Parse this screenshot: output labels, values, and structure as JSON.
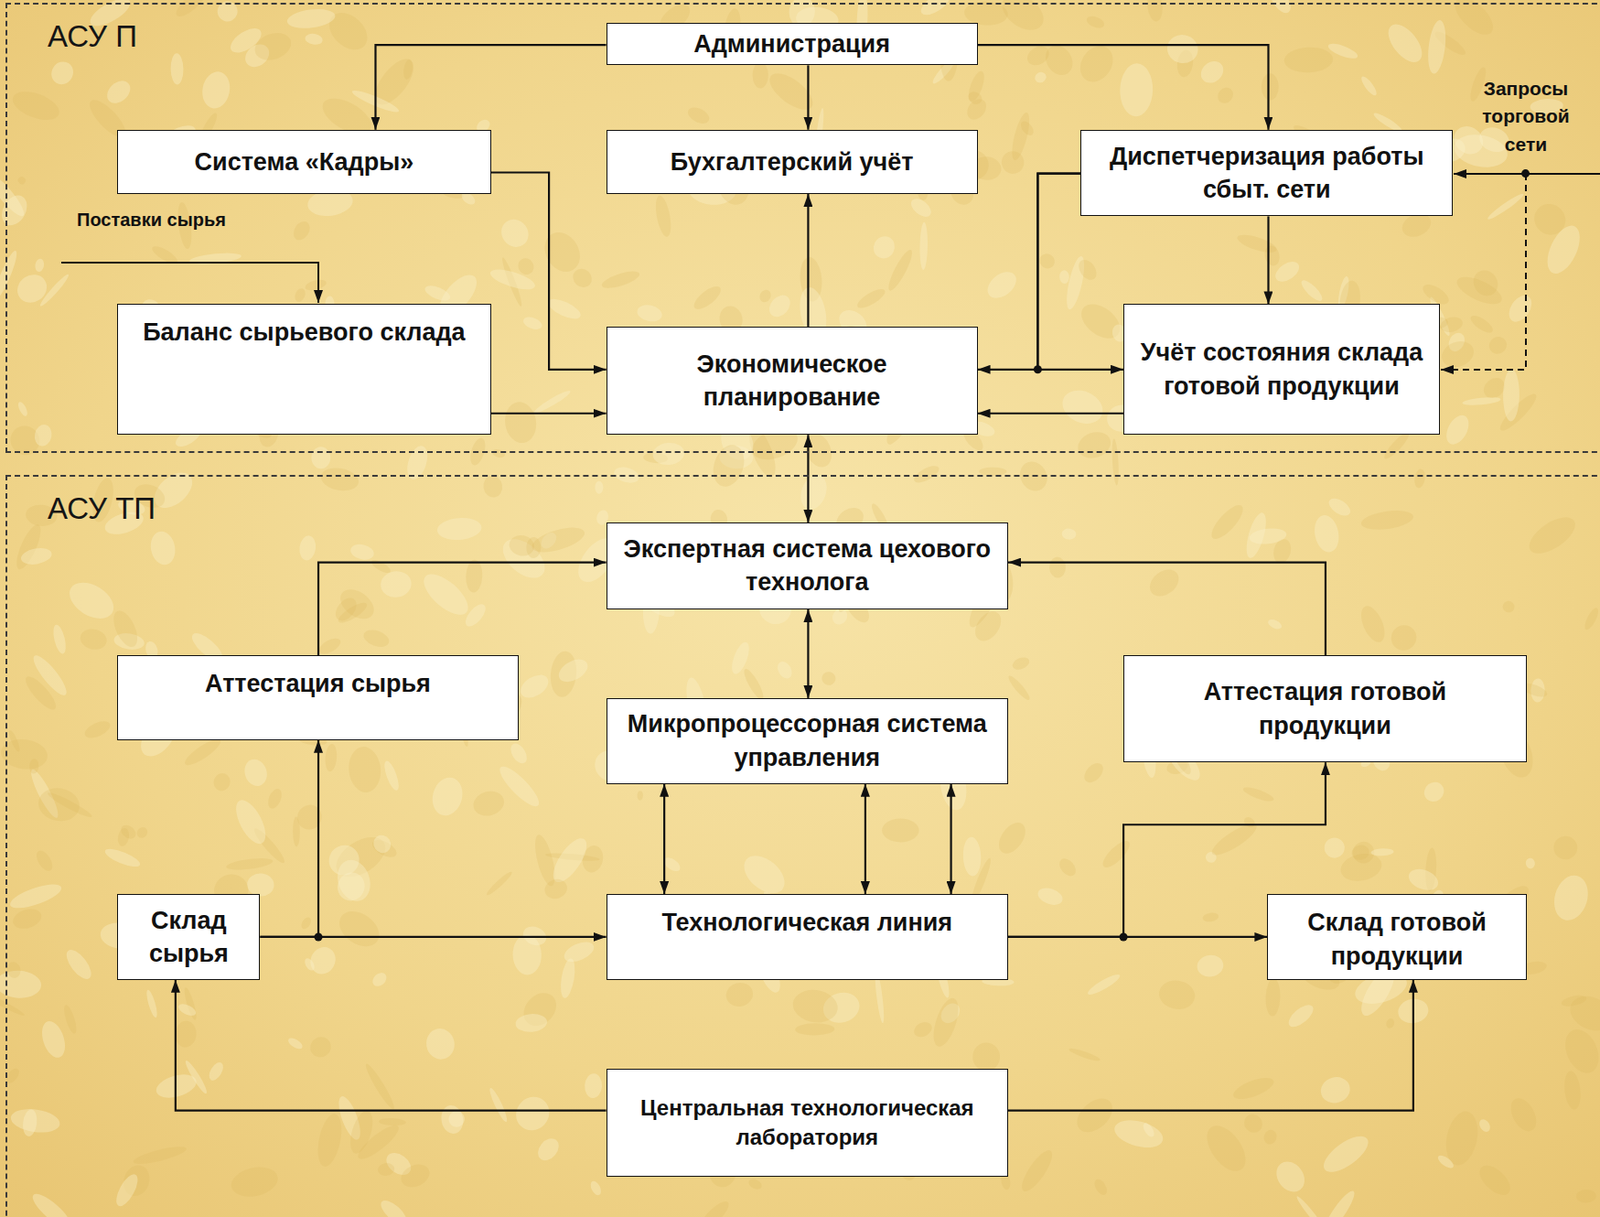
{
  "diagram": {
    "nodes": [
      {
        "text": [
          "АСУ П"
        ]
      },
      {
        "text": [
          "Администрация"
        ],
        "in": 0
      },
      {
        "text": [
          "Система «Кадры»"
        ],
        "in": 0
      },
      {
        "text": [
          "Бухгалтерский учёт"
        ],
        "in": 0
      },
      {
        "text": [
          "Диспетчеризация работы сбыт. сети"
        ],
        "in": 0
      },
      {
        "text": [
          "Баланс сырьевого склада"
        ],
        "in": 0
      },
      {
        "text": [
          "Экономическое планирование"
        ],
        "in": 0
      },
      {
        "text": [
          "Учёт состояния склада готовой продукции"
        ],
        "in": 0
      },
      {
        "text": [
          "АСУ ТП"
        ]
      },
      {
        "text": [
          "Экспертная система цехового технолога"
        ],
        "in": 8
      },
      {
        "text": [
          "Аттестация сырья"
        ],
        "in": 8
      },
      {
        "text": [
          "Микропроцессорная система управления"
        ],
        "in": 8
      },
      {
        "text": [
          "Аттестация готовой продукции"
        ],
        "in": 8
      },
      {
        "text": [
          "Склад сырья"
        ],
        "in": 8
      },
      {
        "text": [
          "Технологическая линия"
        ],
        "in": 8
      },
      {
        "text": [
          "Склад готовой продукции"
        ],
        "in": 8
      },
      {
        "text": [
          "Центральная технологическая лаборатория"
        ],
        "in": 8
      }
    ],
    "edges": [
      {
        "from": 1,
        "to": 2,
        "arrow": "to"
      },
      {
        "from": 1,
        "to": 3,
        "arrow": "to"
      },
      {
        "from": 1,
        "to": 4,
        "arrow": "to"
      },
      {
        "from": 2,
        "to": 6,
        "arrow": "to"
      },
      {
        "from": 5,
        "to": 6,
        "arrow": "to"
      },
      {
        "from": 6,
        "to": 3,
        "arrow": "to"
      },
      {
        "from": 4,
        "to": 6,
        "arrow": "to"
      },
      {
        "from": 4,
        "to": 7,
        "arrow": "to"
      },
      {
        "from": 4,
        "to": 7,
        "arrow": "to"
      },
      {
        "from": 7,
        "to": 6,
        "arrow": "to"
      },
      {
        "from": 6,
        "to": 9,
        "arrow": "both"
      },
      {
        "from": 9,
        "to": 11,
        "arrow": "both"
      },
      {
        "from": 11,
        "to": 14,
        "arrow": "both"
      },
      {
        "from": 11,
        "to": 14,
        "arrow": "both"
      },
      {
        "from": 11,
        "to": 14,
        "arrow": "both"
      },
      {
        "from": 13,
        "to": 14,
        "arrow": "to"
      },
      {
        "from": 13,
        "to": 10,
        "arrow": "to"
      },
      {
        "from": 10,
        "to": 9,
        "arrow": "to"
      },
      {
        "from": 14,
        "to": 15,
        "arrow": "to"
      },
      {
        "from": 14,
        "to": 12,
        "arrow": "to"
      },
      {
        "from": 12,
        "to": 9,
        "arrow": "to"
      },
      {
        "from": 16,
        "to": 13,
        "arrow": "to"
      },
      {
        "from": 16,
        "to": 15,
        "arrow": "to"
      }
    ],
    "labels": [
      "Поставки сырья",
      "Запросы торговой сети"
    ]
  }
}
